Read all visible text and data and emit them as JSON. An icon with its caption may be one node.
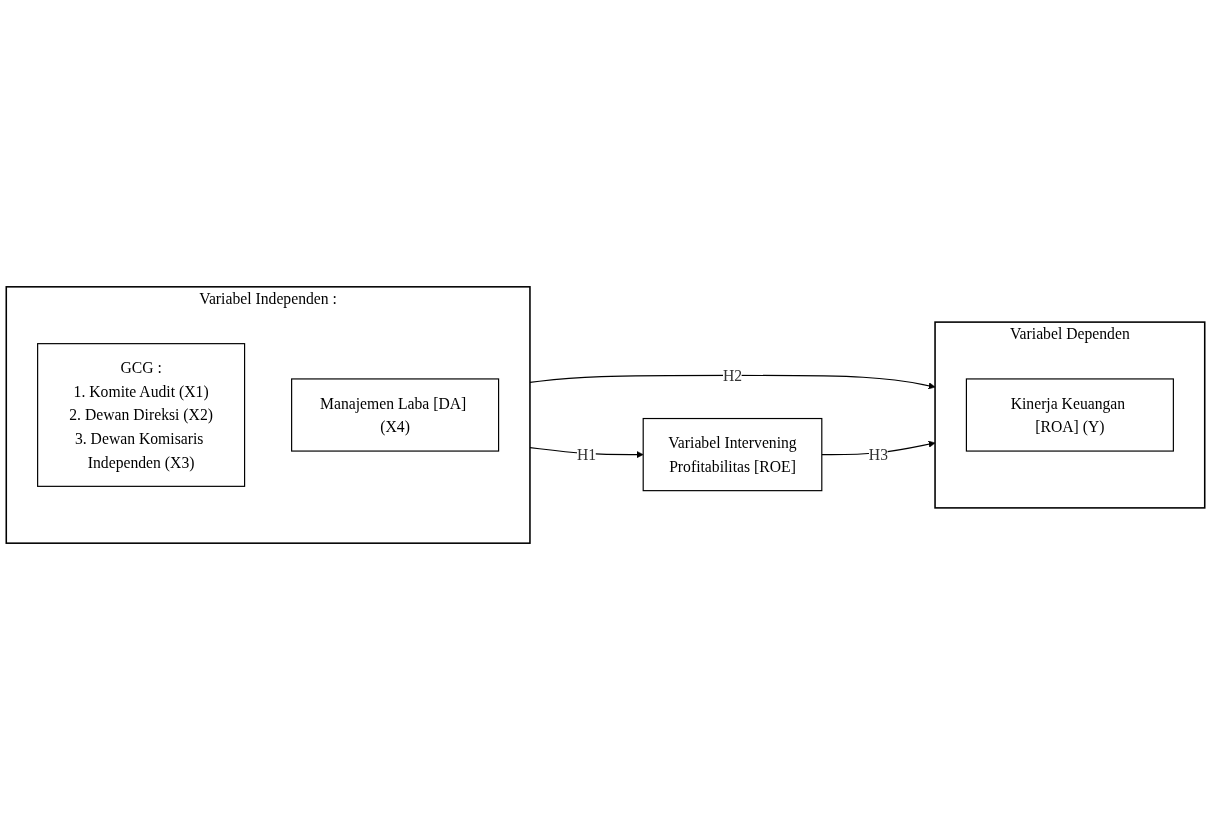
{
  "diagram": {
    "nodes": [
      {
        "text": [
          "Variabel Intervening",
          "Profitabilitas [ROE]"
        ]
      },
      {
        "text": [
          "Variabel Independen :"
        ]
      },
      {
        "text": [
          "GCG :",
          "1. Komite Audit (X1)",
          "2. Dewan Direksi (X2)",
          "3. Dewan Komisaris Independen (X3)"
        ],
        "in": 1
      },
      {
        "text": [
          "Manajemen Laba [DA] (X4)"
        ],
        "in": 1
      },
      {
        "text": [
          "Variabel Dependen"
        ]
      },
      {
        "text": [
          "Kinerja Keuangan [ROA] (Y)"
        ],
        "in": 4
      }
    ],
    "edges": [
      {
        "from": 1,
        "to": 0,
        "arrow": "to",
        "label": "H1"
      },
      {
        "from": 1,
        "to": 4,
        "arrow": "to",
        "label": "H2"
      },
      {
        "from": 0,
        "to": 4,
        "arrow": "to",
        "label": "H3"
      }
    ]
  }
}
